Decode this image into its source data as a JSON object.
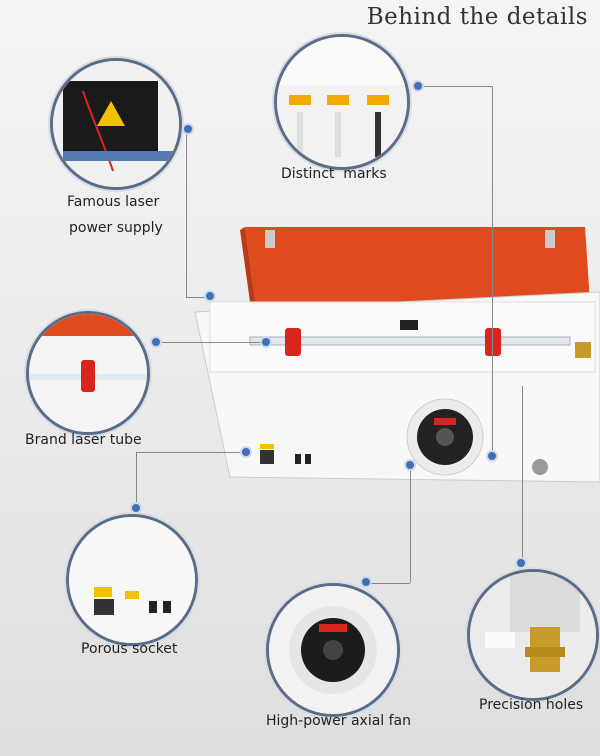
{
  "page": {
    "title": "Behind the details"
  },
  "callouts": {
    "power_supply": {
      "line1": "Famous laser",
      "line2": "power supply",
      "icon": "power-supply"
    },
    "marks": {
      "label": "Distinct  marks",
      "icon": "tube-labels"
    },
    "laser_tube": {
      "label": "Brand laser tube",
      "icon": "laser-tube"
    },
    "socket": {
      "label": "Porous socket",
      "icon": "power-socket"
    },
    "fan": {
      "label": "High-power axial fan",
      "icon": "axial-fan"
    },
    "holes": {
      "label": "Precision holes",
      "icon": "mirror-mount"
    }
  },
  "colors": {
    "lid": "#e04a1f",
    "accent": "#3e6fb8",
    "ring": "#5b6d86"
  }
}
